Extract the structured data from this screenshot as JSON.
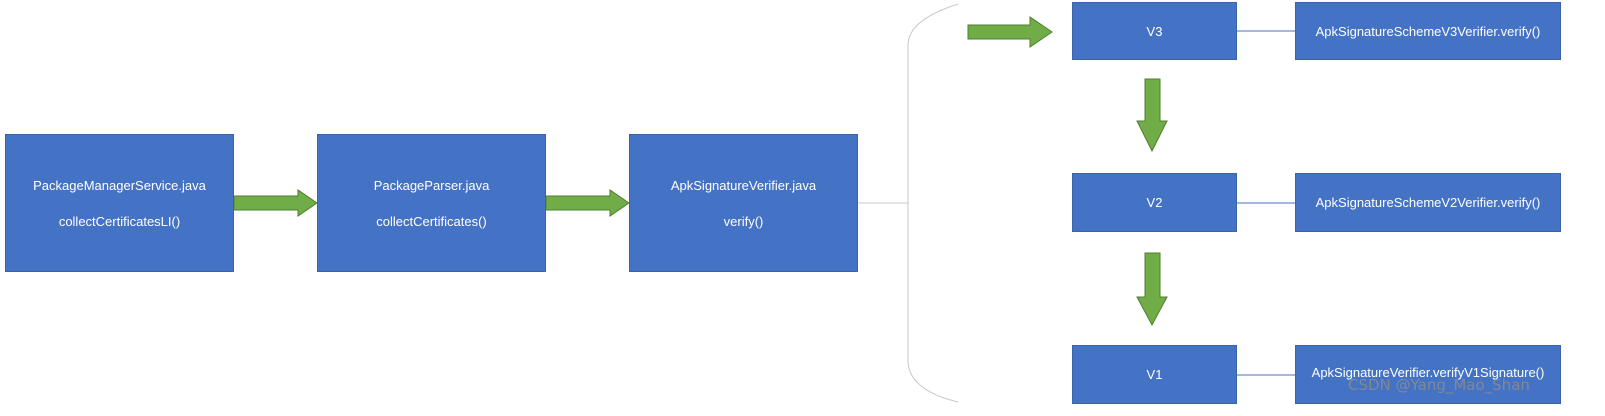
{
  "pipeline": {
    "pms": {
      "line1": "PackageManagerService.java",
      "line2": "collectCertificatesLI()"
    },
    "parser": {
      "line1": "PackageParser.java",
      "line2": "collectCertificates()"
    },
    "verifier": {
      "line1": "ApkSignatureVerifier.java",
      "line2": "verify()"
    }
  },
  "schemes": [
    {
      "name": "V3",
      "method": "ApkSignatureSchemeV3Verifier.verify()"
    },
    {
      "name": "V2",
      "method": "ApkSignatureSchemeV2Verifier.verify()"
    },
    {
      "name": "V1",
      "method": "ApkSignatureVerifier.verifyV1Signature()"
    }
  ],
  "colors": {
    "box": "#4472c4",
    "arrow": "#70ad47",
    "arrow_border": "#507e32",
    "line": "#4472c4",
    "brace": "#c8c8c8"
  },
  "watermark": "CSDN @Yang_Mao_Shan"
}
